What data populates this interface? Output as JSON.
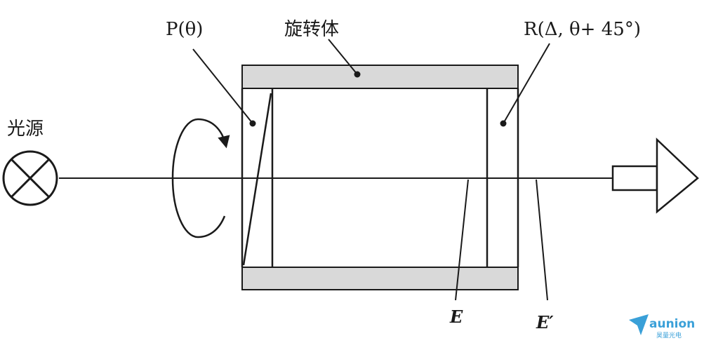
{
  "labels": {
    "light_source": "光源",
    "polarizer": "P(θ)",
    "rotating_body": "旋转体",
    "retarder": "R(Δ, θ+ 45°)",
    "field_e": "E",
    "field_e_prime": "E′"
  },
  "watermark": {
    "brand": "aunion",
    "brand_sub": "昊量光电"
  },
  "colors": {
    "line": "#1a1a1a",
    "shaded_plate": "#d9d9d9",
    "logo_accent": "#3aa0d8"
  }
}
